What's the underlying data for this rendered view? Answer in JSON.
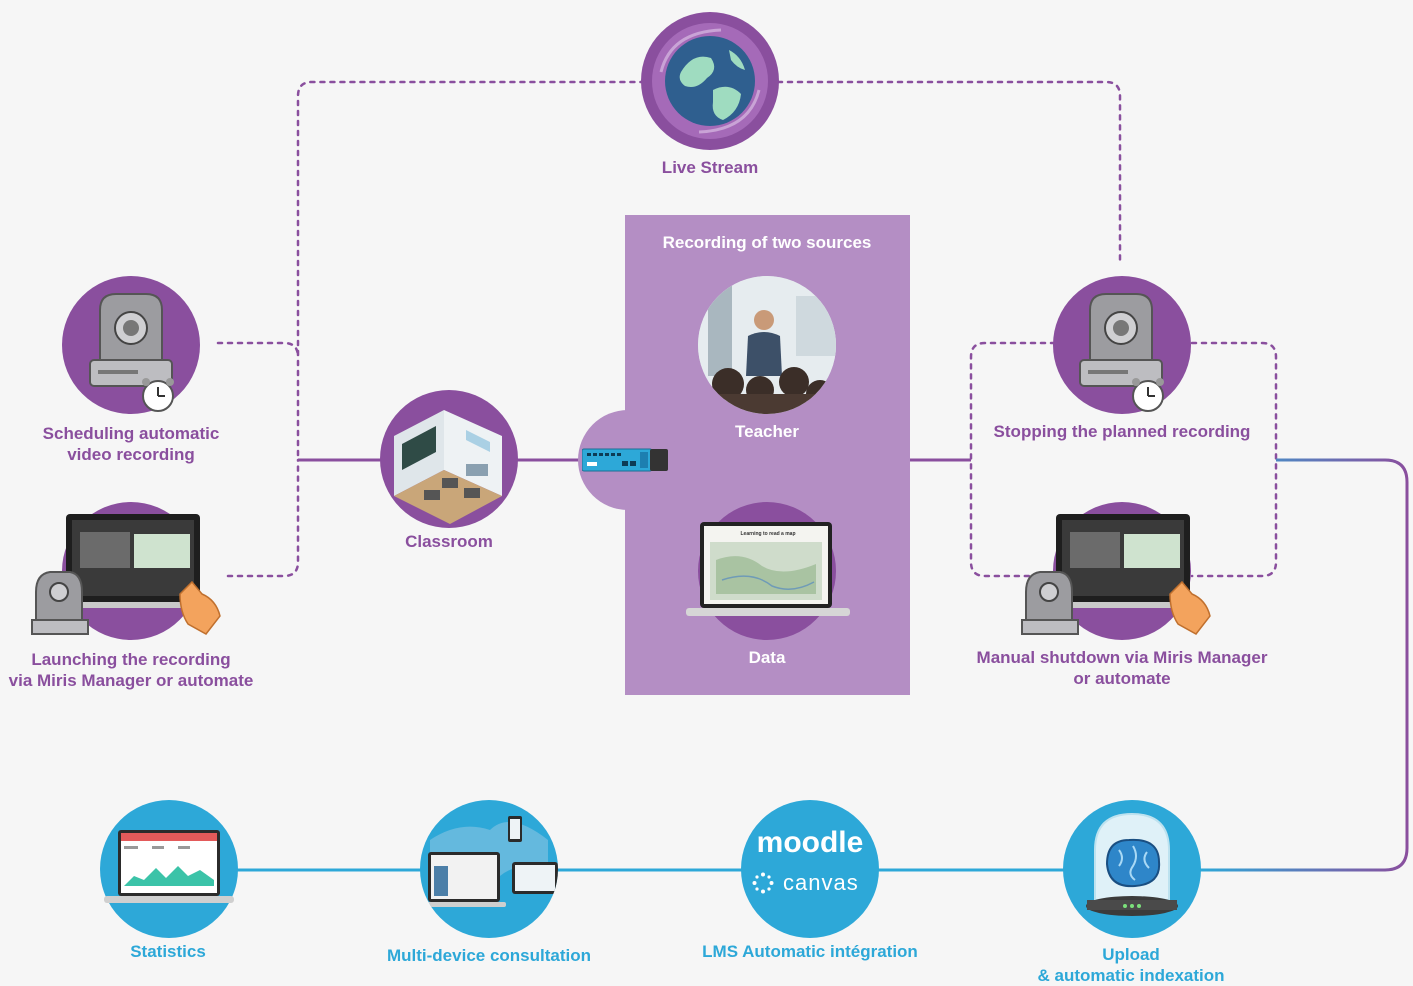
{
  "colors": {
    "purple": "#8a4f9e",
    "light_purple_panel": "#b48ec4",
    "blue": "#2da8d8",
    "background": "#f6f6f6"
  },
  "nodes": {
    "live_stream": {
      "label": "Live Stream",
      "icon": "globe-icon"
    },
    "scheduling": {
      "line1": "Scheduling automatic",
      "line2": "video recording",
      "icon": "ptz-camera-alarm-icon"
    },
    "launching": {
      "line1": "Launching the recording",
      "line2": "via Miris Manager or automate",
      "icon": "laptop-touch-camera-icon"
    },
    "classroom": {
      "label": "Classroom",
      "icon": "classroom-icon"
    },
    "recorder": {
      "icon": "recorder-box-icon"
    },
    "recording_panel": {
      "title": "Recording of two sources",
      "teacher": "Teacher",
      "data": "Data",
      "laptop_screen_title": "Learning to read a map"
    },
    "stopping": {
      "label": "Stopping the planned recording",
      "icon": "ptz-camera-alarm-icon"
    },
    "manual_shutdown": {
      "line1": "Manual shutdown via Miris Manager",
      "line2": "or automate",
      "icon": "laptop-touch-camera-icon"
    },
    "upload": {
      "line1": "Upload",
      "line2": "& automatic indexation",
      "icon": "brain-dome-icon"
    },
    "lms": {
      "label": "LMS Automatic intégration",
      "moodle": "moodle",
      "canvas": "canvas"
    },
    "multi_device": {
      "label": "Multi-device consultation",
      "icon": "multi-device-icon"
    },
    "statistics": {
      "label": "Statistics",
      "icon": "statistics-laptop-icon"
    }
  }
}
